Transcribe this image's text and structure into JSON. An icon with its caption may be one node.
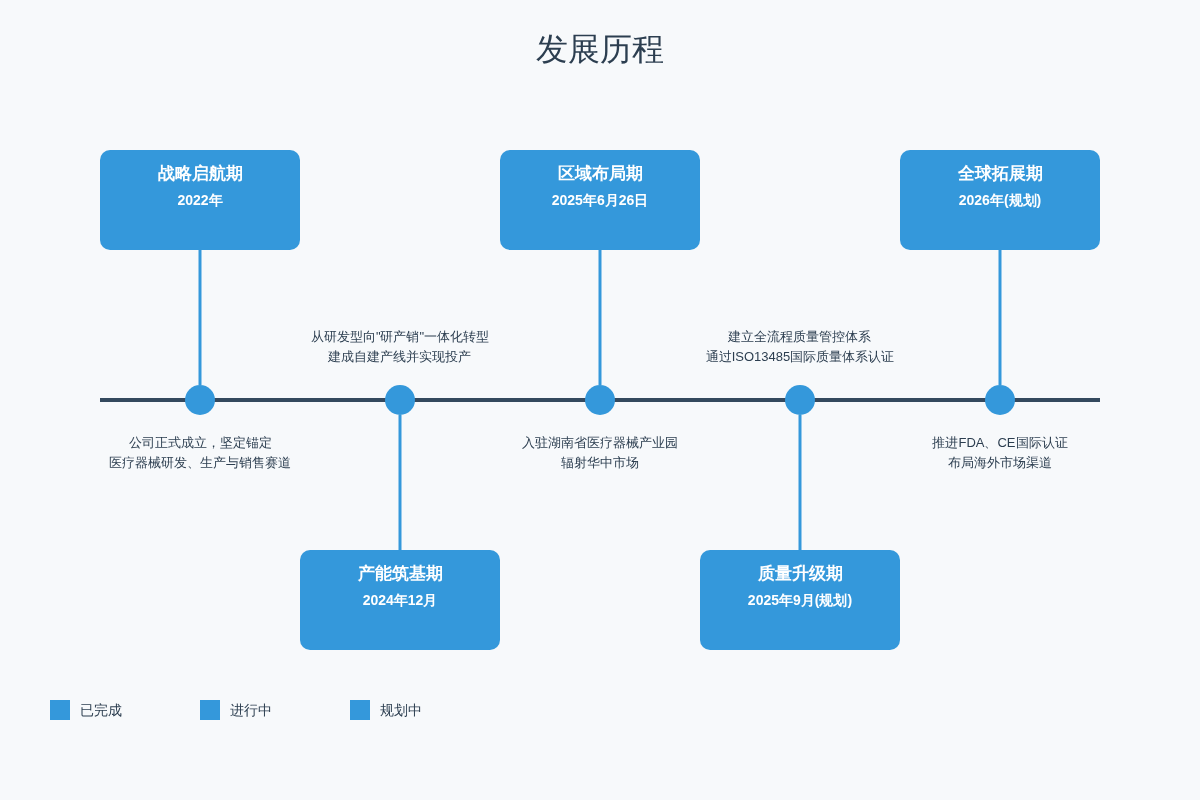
{
  "diagram": {
    "title": "发展历程",
    "nodes": [
      {
        "text": [
          "战略启航期",
          "2022年"
        ],
        "beside": [
          "公司正式成立，坚定锚定",
          "医疗器械研发、生产与销售赛道"
        ]
      },
      {
        "text": [
          "产能筑基期",
          "2024年12月"
        ],
        "beside": [
          "从研发型向\"研产销\"一体化转型",
          "建成自建产线并实现投产"
        ]
      },
      {
        "text": [
          "区域布局期",
          "2025年6月26日"
        ],
        "beside": [
          "入驻湖南省医疗器械产业园",
          "辐射华中市场"
        ]
      },
      {
        "text": [
          "质量升级期",
          "2025年9月(规划)"
        ],
        "beside": [
          "建立全流程质量管控体系",
          "通过ISO13485国际质量体系认证"
        ]
      },
      {
        "text": [
          "全球拓展期",
          "2026年(规划)"
        ],
        "beside": [
          "推进FDA、CE国际认证",
          "布局海外市场渠道"
        ]
      },
      {
        "text": [],
        "shape": "circle"
      },
      {
        "text": [],
        "shape": "circle"
      },
      {
        "text": [],
        "shape": "circle"
      },
      {
        "text": [],
        "shape": "circle"
      },
      {
        "text": [],
        "shape": "circle"
      }
    ],
    "edges": [
      {
        "from": 0,
        "to": 5,
        "arrow": "none"
      },
      {
        "from": 1,
        "to": 6,
        "arrow": "none"
      },
      {
        "from": 2,
        "to": 7,
        "arrow": "none"
      },
      {
        "from": 3,
        "to": 8,
        "arrow": "none"
      },
      {
        "from": 4,
        "to": 9,
        "arrow": "none"
      }
    ],
    "legend": [
      {
        "text": "已完成",
        "color": "#3498db"
      },
      {
        "text": "进行中",
        "color": "#3498db"
      },
      {
        "text": "规划中",
        "color": "#3498db"
      }
    ]
  }
}
